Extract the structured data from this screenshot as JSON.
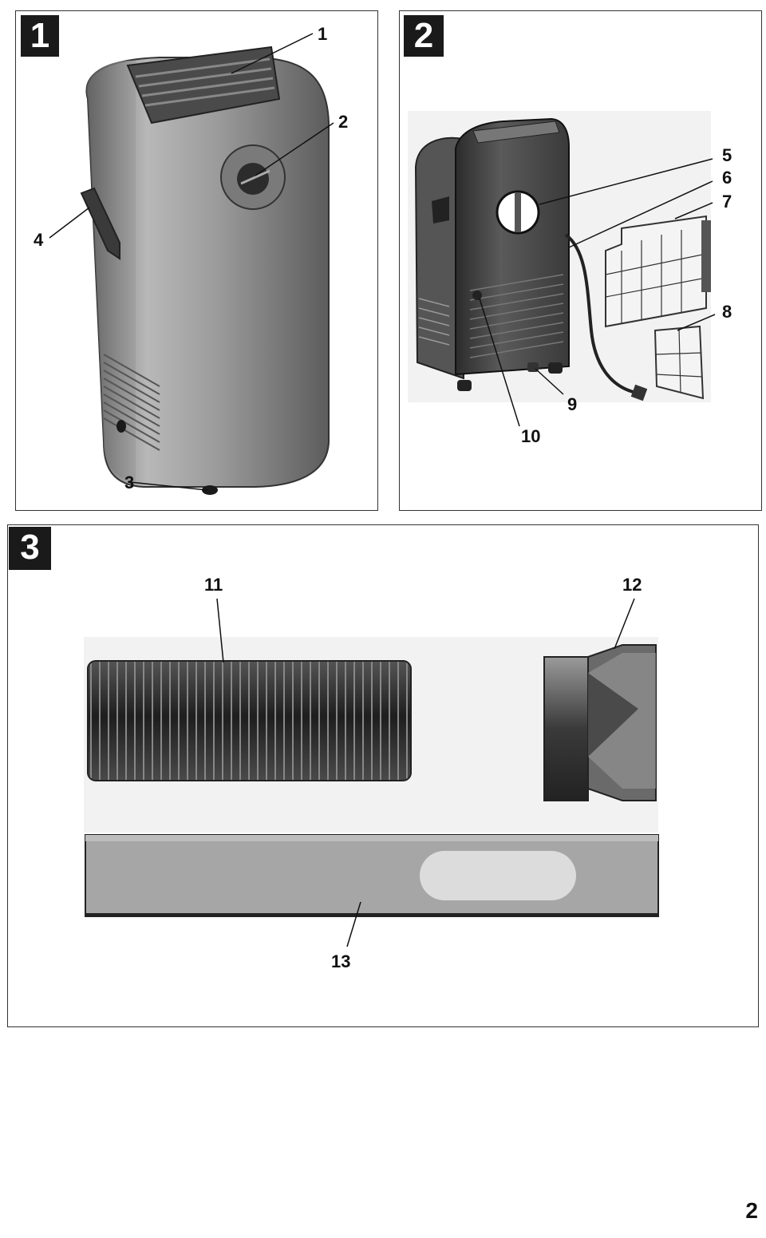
{
  "figures": [
    {
      "badge": "1",
      "callouts": [
        "1",
        "2",
        "3",
        "4"
      ]
    },
    {
      "badge": "2",
      "callouts": [
        "5",
        "6",
        "7",
        "8",
        "9",
        "10"
      ]
    },
    {
      "badge": "3",
      "callouts": [
        "11",
        "12",
        "13"
      ]
    }
  ],
  "page_number": "2"
}
